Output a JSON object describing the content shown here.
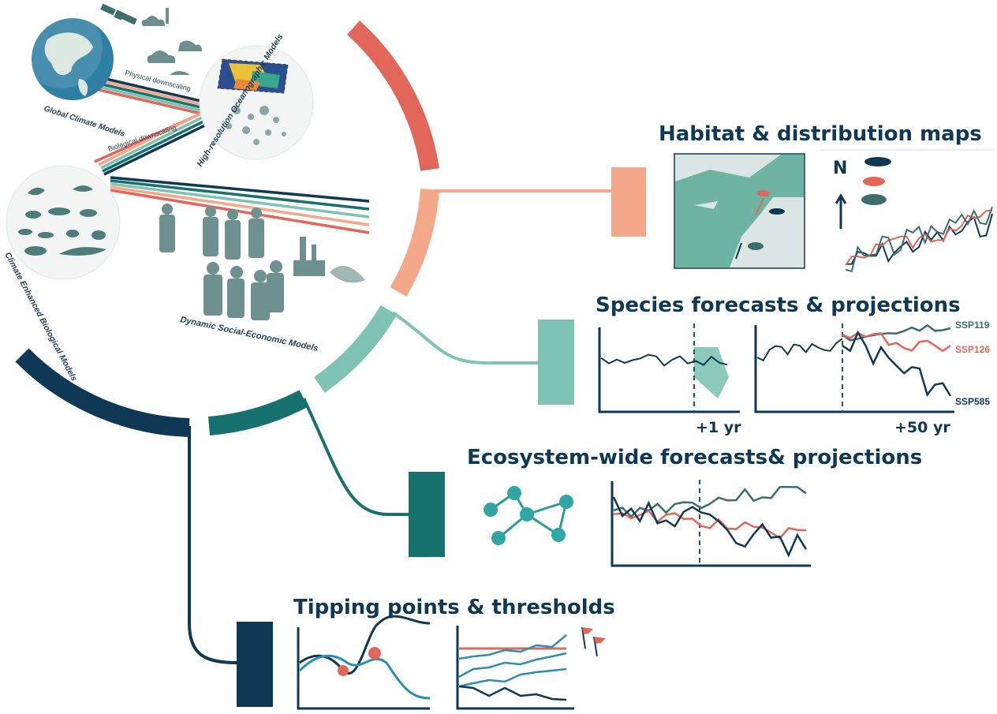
{
  "colors": {
    "navy": "#0f3855",
    "teal_dark": "#17716e",
    "teal_mid": "#4a8e8a",
    "mint": "#7ec3b3",
    "peach": "#f3a88a",
    "coral": "#e2665a",
    "blue": "#2a8fb0",
    "land": "#6fb3a3"
  },
  "models": {
    "global": "Global Climate Models",
    "oceanographic": "High-resolution Oceanographic Models",
    "biological": "Climate Enhanced Biological Models",
    "social": "Dynamic Social-Economic Models",
    "physical_downscaling": "Physical downscaling",
    "biological_downscaling": "Biological downscaling"
  },
  "outputs": {
    "habitat": {
      "title": "Habitat & distribution maps",
      "north": "N"
    },
    "species": {
      "title": "Species forecasts & projections",
      "short_label": "+1 yr",
      "long_label": "+50 yr",
      "scenarios": [
        {
          "name": "SSP119",
          "color": "#3d6e6c"
        },
        {
          "name": "SSP126",
          "color": "#e2665a"
        },
        {
          "name": "SSP585",
          "color": "#0f3855"
        }
      ]
    },
    "ecosystem": {
      "title": "Ecosystem-wide forecasts& projections"
    },
    "tipping": {
      "title": "Tipping points & thresholds"
    }
  }
}
